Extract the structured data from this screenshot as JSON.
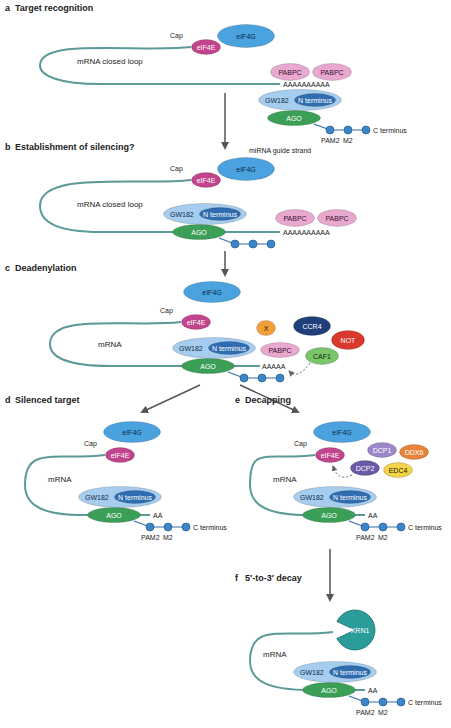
{
  "diagram": {
    "nodes": [
      {
        "text": [
          "eIF4E"
        ]
      },
      {
        "text": [
          "eIF4G"
        ]
      },
      {
        "text": [
          "PABPC"
        ]
      },
      {
        "text": [
          "PABPC"
        ]
      },
      {
        "text": [
          "GW182"
        ]
      },
      {
        "text": [
          "N terminus"
        ],
        "in": 4
      },
      {
        "text": [
          "AGO"
        ]
      },
      {
        "text": [
          "eIF4E"
        ]
      },
      {
        "text": [
          "eIF4G"
        ]
      },
      {
        "text": [
          "PABPC"
        ]
      },
      {
        "text": [
          "PABPC"
        ]
      },
      {
        "text": [
          "GW182"
        ]
      },
      {
        "text": [
          "N terminus"
        ],
        "in": 11
      },
      {
        "text": [
          "AGO"
        ]
      },
      {
        "text": [
          "eIF4G"
        ]
      },
      {
        "text": [
          "eIF4E"
        ]
      },
      {
        "text": [
          "GW182"
        ]
      },
      {
        "text": [
          "N terminus"
        ],
        "in": 16
      },
      {
        "text": [
          "AGO"
        ]
      },
      {
        "text": [
          "X"
        ]
      },
      {
        "text": [
          "PABPC"
        ]
      },
      {
        "text": [
          "CCR4"
        ]
      },
      {
        "text": [
          "NOT"
        ]
      },
      {
        "text": [
          "CAF1"
        ]
      },
      {
        "text": [
          "eIF4G"
        ]
      },
      {
        "text": [
          "eIF4E"
        ]
      },
      {
        "text": [
          "GW182"
        ]
      },
      {
        "text": [
          "N terminus"
        ],
        "in": 26
      },
      {
        "text": [
          "AGO"
        ]
      },
      {
        "text": [
          "eIF4G"
        ]
      },
      {
        "text": [
          "eIF4E"
        ]
      },
      {
        "text": [
          "DCP2"
        ]
      },
      {
        "text": [
          "DCP1"
        ]
      },
      {
        "text": [
          "EDC4"
        ]
      },
      {
        "text": [
          "DDX6"
        ]
      },
      {
        "text": [
          "GW182"
        ]
      },
      {
        "text": [
          "N terminus"
        ],
        "in": 35
      },
      {
        "text": [
          "AGO"
        ]
      },
      {
        "text": [
          "XRN1"
        ]
      },
      {
        "text": [
          "GW182"
        ]
      },
      {
        "text": [
          "N terminus"
        ],
        "in": 39
      },
      {
        "text": [
          "AGO"
        ]
      }
    ],
    "labels": [
      "a",
      "Target recognition",
      "Cap",
      "mRNA closed loop",
      "AAAAAAAAAA",
      "PAM2",
      "M2",
      "C terminus",
      "miRNA guide strand",
      "b",
      "Establishment of silencing?",
      "Cap",
      "mRNA closed loop",
      "AAAAAAAAAA",
      "c",
      "Deadenylation",
      "mRNA",
      "Cap",
      "AAAAA",
      "d",
      "Silenced target",
      "mRNA",
      "Cap",
      "AA",
      "PAM2",
      "M2",
      "C terminus",
      "e",
      "Decapping",
      "mRNA",
      "Cap",
      "AA",
      "PAM2",
      "M2",
      "C terminus",
      "f",
      "5′-to-3′ decay",
      "mRNA",
      "AA",
      "PAM2",
      "M2",
      "C terminus"
    ]
  }
}
